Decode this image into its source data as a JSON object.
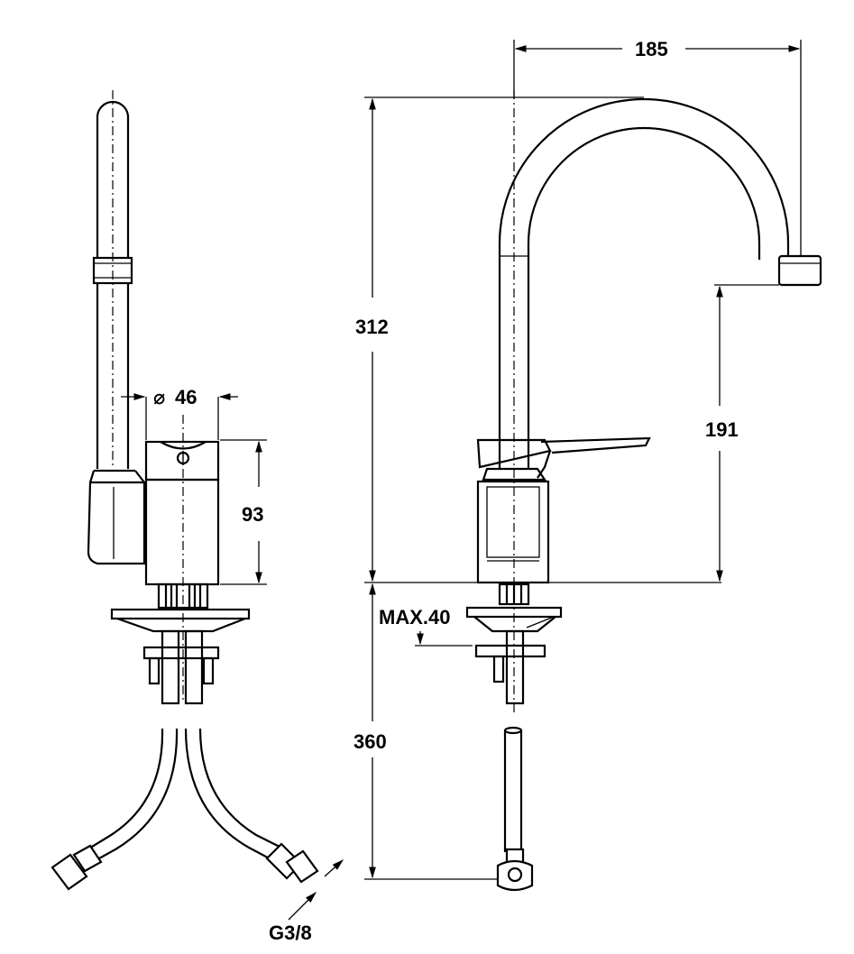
{
  "dimensions": {
    "spout_reach": "185",
    "total_height": "312",
    "spout_height": "191",
    "body_diameter": "46",
    "body_height": "93",
    "max_deck_thickness": "MAX.40",
    "hose_length": "360",
    "thread": "G3/8"
  },
  "symbols": {
    "diameter": "⌀"
  }
}
